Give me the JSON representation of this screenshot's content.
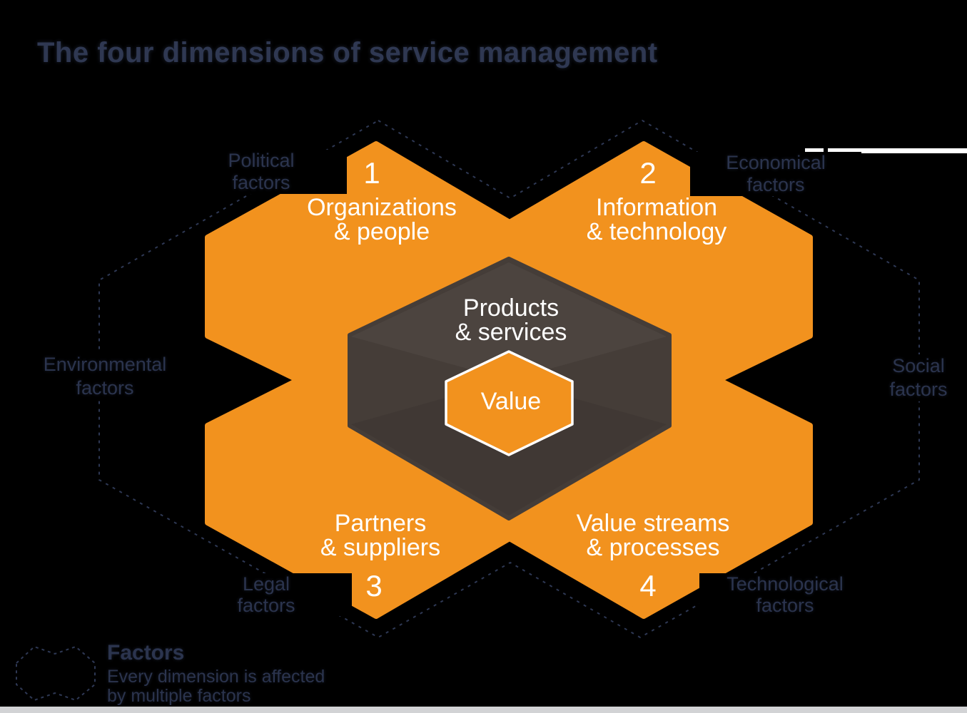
{
  "title": "The four dimensions of service management",
  "quadrants": [
    {
      "number": "1",
      "line1": "Organizations",
      "line2": "& people"
    },
    {
      "number": "2",
      "line1": "Information",
      "line2": "& technology"
    },
    {
      "number": "3",
      "line1": "Partners",
      "line2": "& suppliers"
    },
    {
      "number": "4",
      "line1": "Value streams",
      "line2": "& processes"
    }
  ],
  "center": {
    "line1": "Products",
    "line2": "& services",
    "value": "Value"
  },
  "factors": [
    {
      "line1": "Political",
      "line2": "factors"
    },
    {
      "line1": "Economical",
      "line2": "factors"
    },
    {
      "line1": "Environmental",
      "line2": "factors"
    },
    {
      "line1": "Social",
      "line2": "factors"
    },
    {
      "line1": "Legal",
      "line2": "factors"
    },
    {
      "line1": "Technological",
      "line2": "factors"
    }
  ],
  "legend": {
    "title": "Factors",
    "line1": "Every dimension is affected",
    "line2": "by multiple factors"
  },
  "colors": {
    "orange": "#F2921E",
    "center_hexagon": "#453D38",
    "navy_text": "#2B344E",
    "dashed_outline": "#2E3854",
    "background": "#000000",
    "bottom_strip": "#D2D3D5",
    "white": "#FFFFFF"
  }
}
